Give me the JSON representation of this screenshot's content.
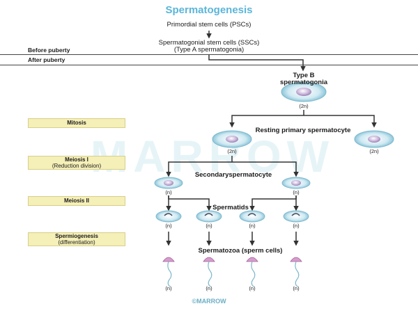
{
  "title": "Spermatogenesis",
  "psc": "Primordial stem cells (PSCs)",
  "ssc_line1": "Spermatogonial stem cells (SSCs)",
  "ssc_line2": "(Type A spermatogonia)",
  "before_puberty": "Before puberty",
  "after_puberty": "After puberty",
  "typeb_line1": "Type B",
  "typeb_line2": "spermatogonia",
  "two_n": "(2n)",
  "n": "(n)",
  "resting": "Resting primary spermatocyte",
  "secondary": "Secondaryspermatocyte",
  "spermatids": "Spermatids",
  "spermatozoa": "Spermatozoa (sperm cells)",
  "stages": {
    "mitosis": "Mitosis",
    "meiosis1_l1": "Meiosis I",
    "meiosis1_l2": "(Reduction division)",
    "meiosis2": "Meiosis II",
    "spermio_l1": "Spermiogenesis",
    "spermio_l2": "(differentiation)"
  },
  "watermark": "MARROW",
  "copyright": "©MARROW"
}
